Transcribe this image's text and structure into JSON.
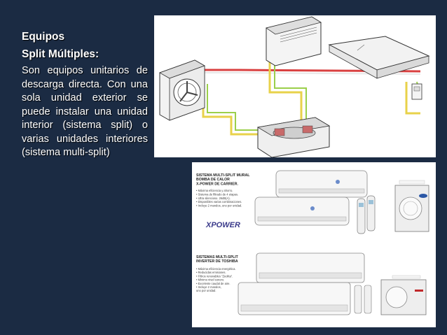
{
  "slide": {
    "heading_line1": "Equipos",
    "heading_line2": "Split Múltiples:",
    "body": "Son equipos unitarios de descarga directa. Con una sola unidad exterior se puede instalar una unidad interior (sistema split) o varias unidades interiores (sistema multi-split)"
  },
  "catalog": {
    "section1": {
      "title_lines": [
        "SISTEMA MULTI-SPLIT MURAL",
        "BOMBA DE CALOR",
        "X-POWER DE CARRIER."
      ],
      "bullets": [
        "• Máxima eficiencia y ahorro.",
        "• Sistema de filtrado de 4 etapas.",
        "• Ultra silencioso. 26dB(A).",
        "• Disponibles varias combinaciones.",
        "• Incluye 2 mandos, uno por unidad."
      ],
      "brand_logo": "XPOWER"
    },
    "section2": {
      "title_lines": [
        "SISTEMAS MULTI-SPLIT",
        "INVERTER DE TOSHIBA"
      ],
      "bullets": [
        "• Máxima eficiencia energética.",
        "• Reducidas emisiones.",
        "• Filtros renovables \"Zeolita\".",
        "• Mínimo nivel sonoro.",
        "• Excelente caudal de aire.",
        "• Incluye 2 mandos,",
        "  uno por unidad."
      ]
    }
  },
  "colors": {
    "background": "#1b2b43",
    "text": "#ffffff",
    "pipe_refrigerant": "#d94040",
    "pipe_condensate": "#e8d24a"
  }
}
